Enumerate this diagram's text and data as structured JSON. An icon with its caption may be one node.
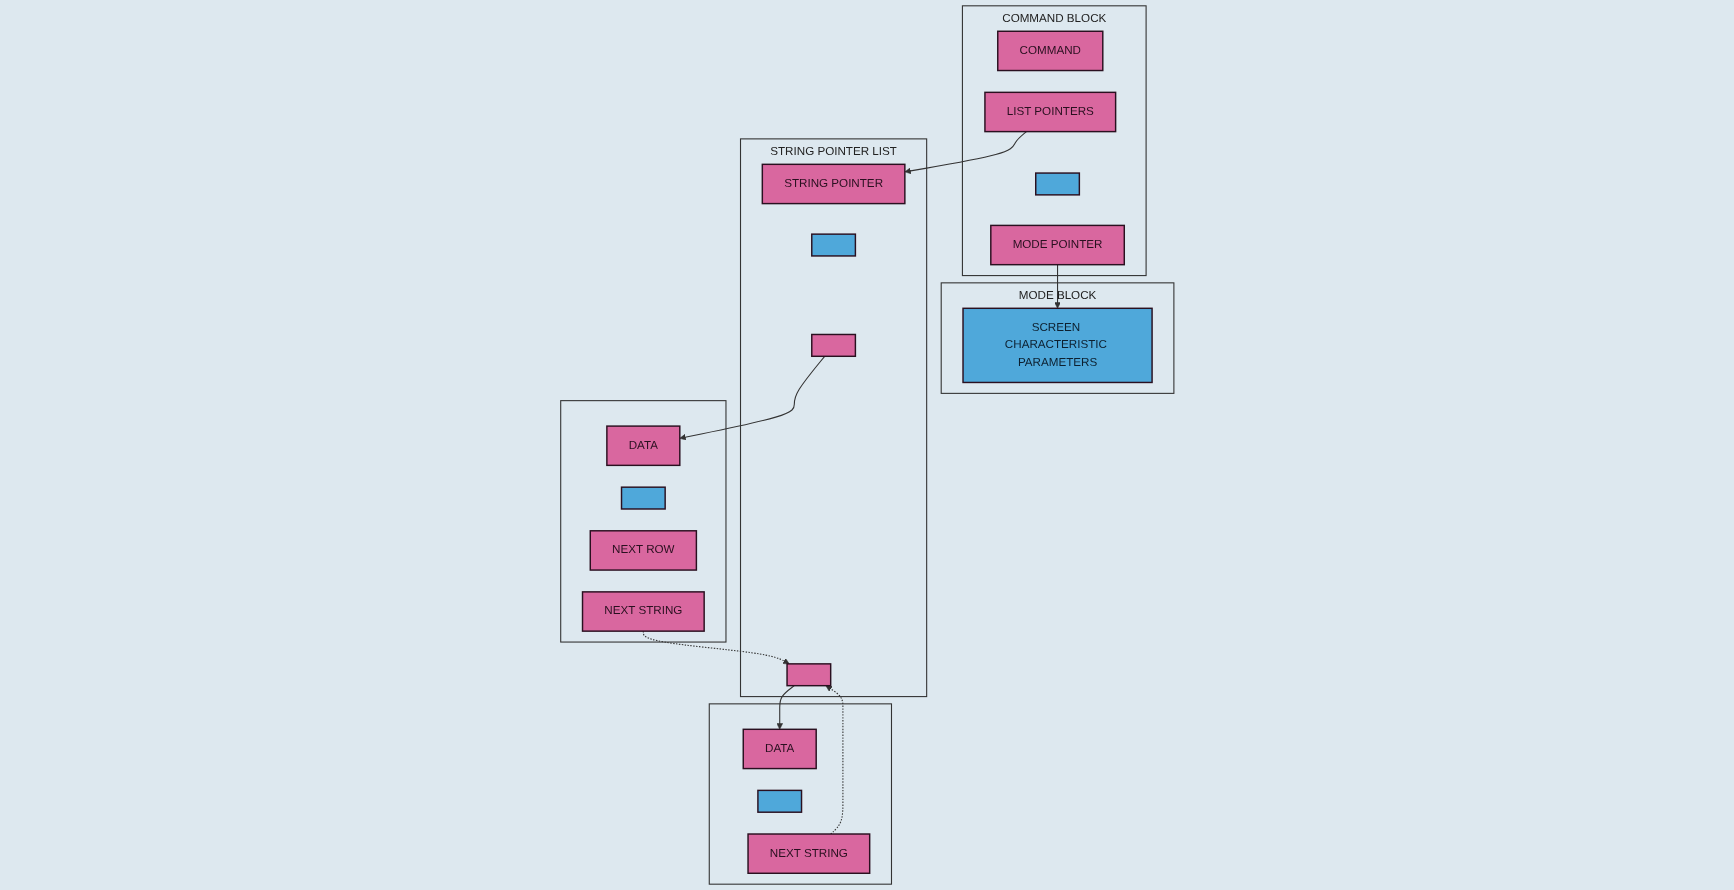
{
  "diagram": {
    "nodes": [
      {
        "text": [
          "COMMAND BLOCK"
        ]
      },
      {
        "text": [
          "COMMAND"
        ],
        "in": 0
      },
      {
        "text": [
          "LIST POINTERS"
        ],
        "in": 0
      },
      {
        "text": [],
        "shape": "box",
        "in": 0
      },
      {
        "text": [
          "MODE POINTER"
        ],
        "in": 0
      },
      {
        "text": [
          "MODE BLOCK"
        ]
      },
      {
        "text": [
          "SCREEN CHARACTERISTIC PARAMETERS"
        ],
        "in": 5
      },
      {
        "text": [],
        "shape": "box"
      },
      {
        "text": [
          "DATA"
        ],
        "in": 7
      },
      {
        "text": [],
        "shape": "box",
        "in": 7
      },
      {
        "text": [
          "NEXT ROW"
        ],
        "in": 7
      },
      {
        "text": [
          "NEXT STRING"
        ],
        "in": 7
      },
      {
        "text": [],
        "shape": "box"
      },
      {
        "text": [
          "DATA"
        ],
        "in": 12
      },
      {
        "text": [],
        "shape": "box",
        "in": 12
      },
      {
        "text": [
          "NEXT STRING"
        ],
        "in": 12
      },
      {
        "text": [
          "STRING POINTER LIST"
        ]
      },
      {
        "text": [
          "STRING POINTER"
        ],
        "in": 16
      },
      {
        "text": [],
        "shape": "box",
        "in": 16
      },
      {
        "text": [],
        "shape": "box",
        "in": 16
      },
      {
        "text": [],
        "shape": "box",
        "in": 16
      }
    ],
    "edges": [
      {
        "from": 2,
        "to": 17,
        "arrow": "to"
      },
      {
        "from": 4,
        "to": 6,
        "arrow": "to"
      },
      {
        "from": 19,
        "to": 8,
        "arrow": "to"
      },
      {
        "from": 11,
        "to": 20,
        "arrow": "to",
        "style": "dashed"
      },
      {
        "from": 20,
        "to": 13,
        "arrow": "to"
      },
      {
        "from": 15,
        "to": 20,
        "arrow": "to",
        "style": "dashed"
      }
    ]
  }
}
